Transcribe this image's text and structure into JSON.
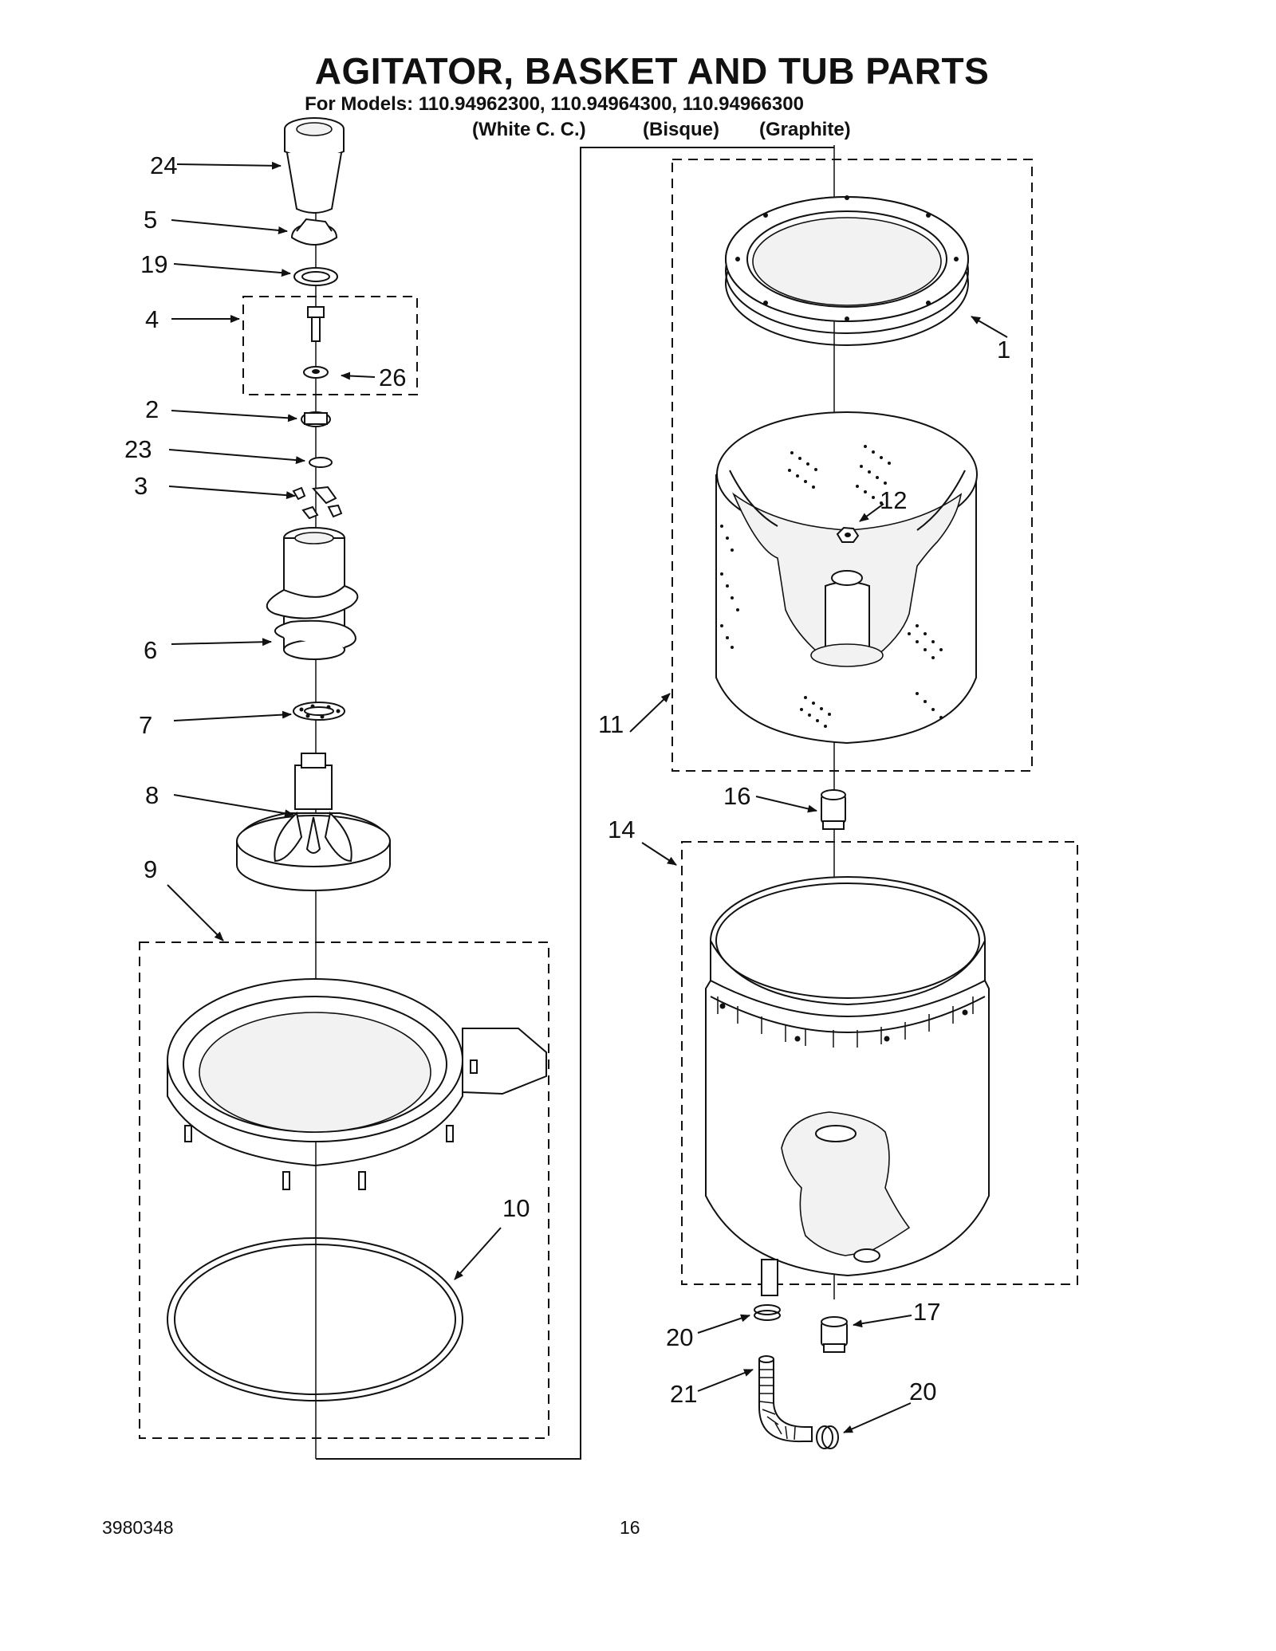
{
  "header": {
    "title": "AGITATOR, BASKET AND TUB PARTS",
    "subtitle": "For Models: 110.94962300, 110.94964300, 110.94966300",
    "variants": [
      "(White C. C.)",
      "(Bisque)",
      "(Graphite)"
    ]
  },
  "callouts": {
    "c24": "24",
    "c5": "5",
    "c19": "19",
    "c4": "4",
    "c26": "26",
    "c2": "2",
    "c23": "23",
    "c3": "3",
    "c6": "6",
    "c7": "7",
    "c8": "8",
    "c9": "9",
    "c10": "10",
    "c1": "1",
    "c12": "12",
    "c11": "11",
    "c16": "16",
    "c14": "14",
    "c17": "17",
    "c20a": "20",
    "c21": "21",
    "c20b": "20"
  },
  "footer": {
    "doc_number": "3980348",
    "page_number": "16"
  }
}
